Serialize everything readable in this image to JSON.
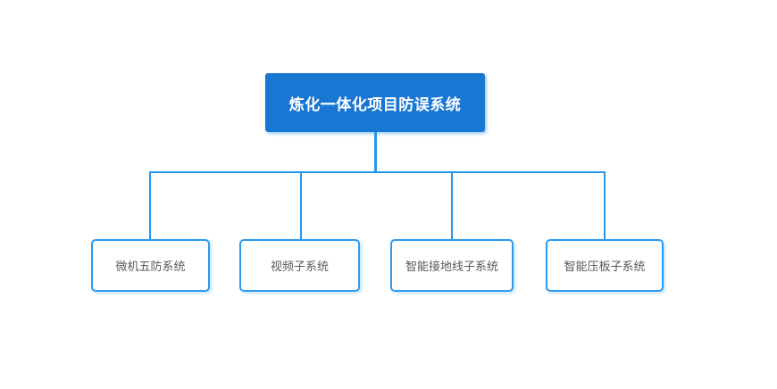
{
  "diagram": {
    "type": "org-chart",
    "root": {
      "label": "炼化一体化项目防误系统"
    },
    "children": [
      {
        "label": "微机五防系统"
      },
      {
        "label": "视频子系统"
      },
      {
        "label": "智能接地线子系统"
      },
      {
        "label": "智能压板子系统"
      }
    ],
    "colors": {
      "root_fill": "#1976d2",
      "root_text": "#ffffff",
      "connector": "#2596ec",
      "child_border": "#2b9af0",
      "child_fill": "#ffffff",
      "child_text": "#595959",
      "background": "#ffffff"
    }
  }
}
